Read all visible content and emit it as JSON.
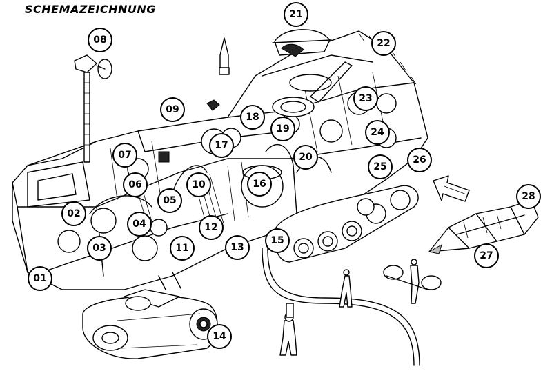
{
  "title": "SCHEMAZEICHNUNG",
  "callouts": [
    {
      "label": "01"
    },
    {
      "label": "02"
    },
    {
      "label": "03"
    },
    {
      "label": "04"
    },
    {
      "label": "05"
    },
    {
      "label": "06"
    },
    {
      "label": "07"
    },
    {
      "label": "08"
    },
    {
      "label": "09"
    },
    {
      "label": "10"
    },
    {
      "label": "11"
    },
    {
      "label": "12"
    },
    {
      "label": "13"
    },
    {
      "label": "14"
    },
    {
      "label": "15"
    },
    {
      "label": "16"
    },
    {
      "label": "17"
    },
    {
      "label": "18"
    },
    {
      "label": "19"
    },
    {
      "label": "20"
    },
    {
      "label": "21"
    },
    {
      "label": "22"
    },
    {
      "label": "23"
    },
    {
      "label": "24"
    },
    {
      "label": "25"
    },
    {
      "label": "26"
    },
    {
      "label": "27"
    },
    {
      "label": "28"
    }
  ]
}
